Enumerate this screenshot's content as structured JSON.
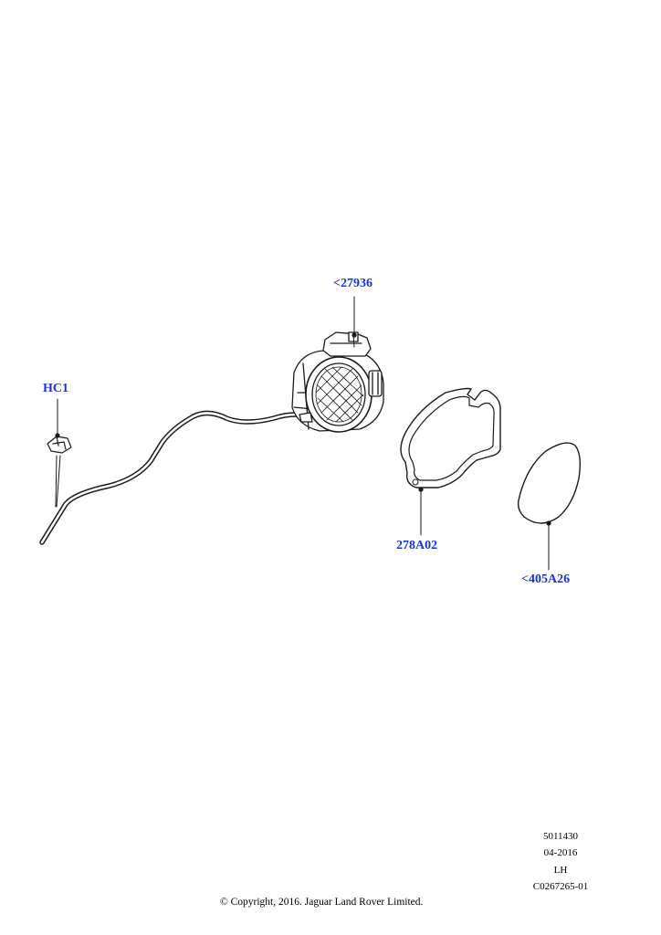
{
  "callouts": {
    "filler_housing": "<27936",
    "clip": "HC1",
    "gasket": "278A02",
    "seal": "<405A26"
  },
  "footer": {
    "ref_number": "5011430",
    "date": "04-2016",
    "side": "LH",
    "illustration_code": "C0267265-01",
    "copyright": "© Copyright, 2016. Jaguar Land Rover Limited."
  },
  "colors": {
    "callout_text": "#1a36c8",
    "line_art": "#1a1a1a",
    "background": "#ffffff"
  }
}
